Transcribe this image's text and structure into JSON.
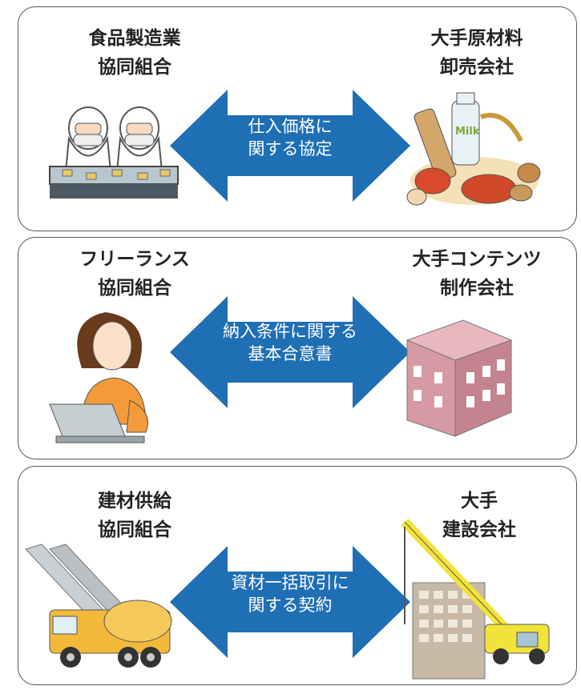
{
  "rows": [
    {
      "left_party": "食品製造業\n協同組合",
      "right_party": "大手原材料\n卸売会社",
      "agreement": "仕入価格に\n関する協定",
      "milk_text": "Milk"
    },
    {
      "left_party": "フリーランス\n協同組合",
      "right_party": "大手コンテンツ\n制作会社",
      "agreement": "納入条件に関する\n基本合意書"
    },
    {
      "left_party": "建材供給\n協同組合",
      "right_party": "大手\n建設会社",
      "agreement": "資材一括取引に\n関する契約"
    }
  ],
  "colors": {
    "arrow": "#1f6fb5",
    "building": "#d79aa3",
    "sweater": "#f39b3a",
    "crane": "#f2e33a",
    "truck": "#f2b93a"
  }
}
